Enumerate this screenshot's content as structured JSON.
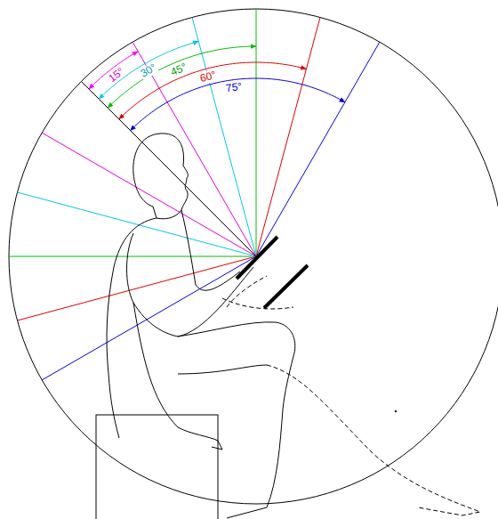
{
  "diagram": {
    "labels": [
      "15°",
      "30°",
      "45°",
      "60°",
      "75°"
    ]
  }
}
